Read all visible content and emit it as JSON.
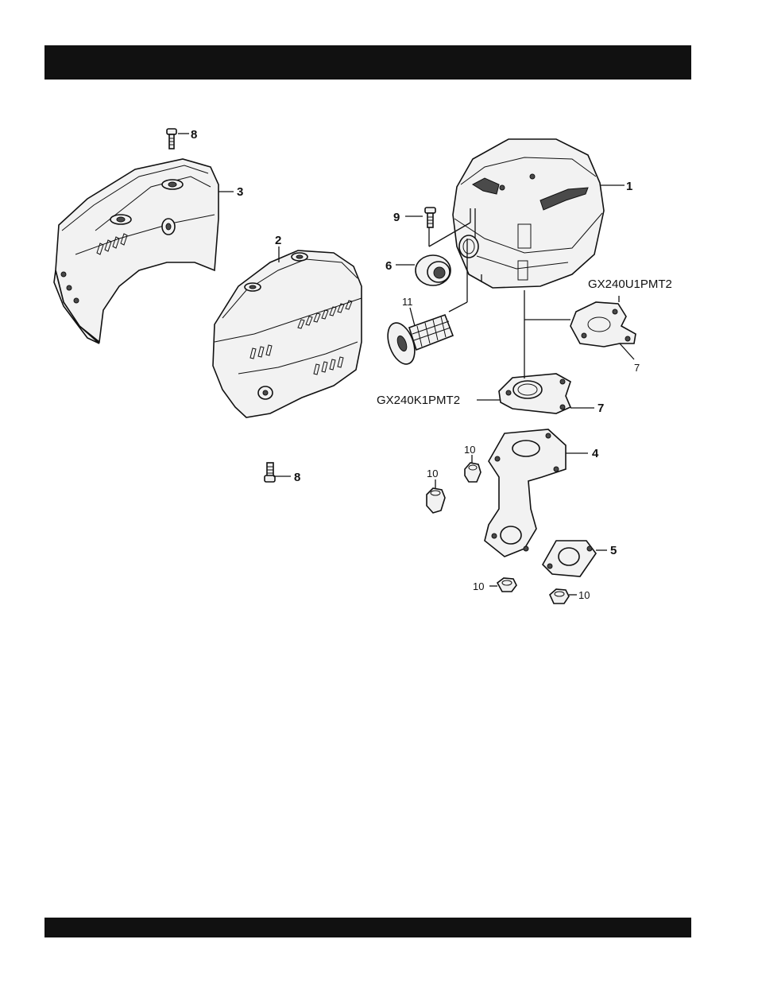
{
  "header": {
    "title": ""
  },
  "footer": {
    "text": ""
  },
  "diagram": {
    "callouts": {
      "c1": "1",
      "c2": "2",
      "c3": "3",
      "c4": "4",
      "c5": "5",
      "c6": "6",
      "c7a": "7",
      "c7b": "7",
      "c8a": "8",
      "c8b": "8",
      "c9": "9",
      "c10a": "10",
      "c10b": "10",
      "c10c": "10",
      "c10d": "10",
      "c11": "11"
    },
    "models": {
      "u1": "GX240U1PMT2",
      "k1": "GX240K1PMT2"
    }
  }
}
